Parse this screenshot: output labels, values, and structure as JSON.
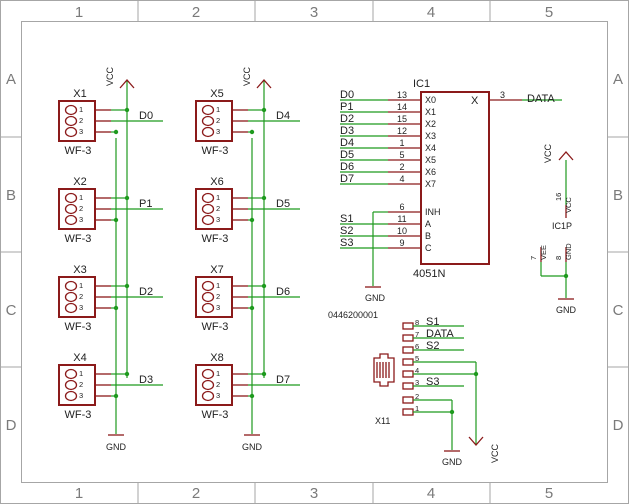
{
  "frame": {
    "cols": [
      "1",
      "2",
      "3",
      "4",
      "5"
    ],
    "rows": [
      "A",
      "B",
      "C",
      "D"
    ]
  },
  "power": {
    "vcc": "VCC",
    "gnd": "GND"
  },
  "connectors": [
    {
      "ref": "X1",
      "value": "WF-3",
      "net": "D0"
    },
    {
      "ref": "X2",
      "value": "WF-3",
      "net": "P1"
    },
    {
      "ref": "X3",
      "value": "WF-3",
      "net": "D2"
    },
    {
      "ref": "X4",
      "value": "WF-3",
      "net": "D3"
    },
    {
      "ref": "X5",
      "value": "WF-3",
      "net": "D4"
    },
    {
      "ref": "X6",
      "value": "WF-3",
      "net": "D5"
    },
    {
      "ref": "X7",
      "value": "WF-3",
      "net": "D6"
    },
    {
      "ref": "X8",
      "value": "WF-3",
      "net": "D7"
    }
  ],
  "connector_pins": [
    "1",
    "2",
    "3"
  ],
  "ic1": {
    "ref": "IC1",
    "value": "4051N",
    "inputs": [
      {
        "net": "D0",
        "num": "13",
        "name": "X0"
      },
      {
        "net": "P1",
        "num": "14",
        "name": "X1"
      },
      {
        "net": "D2",
        "num": "15",
        "name": "X2"
      },
      {
        "net": "D3",
        "num": "12",
        "name": "X3"
      },
      {
        "net": "D4",
        "num": "1",
        "name": "X4"
      },
      {
        "net": "D5",
        "num": "5",
        "name": "X5"
      },
      {
        "net": "D6",
        "num": "2",
        "name": "X6"
      },
      {
        "net": "D7",
        "num": "4",
        "name": "X7"
      }
    ],
    "controls": [
      {
        "net": "",
        "num": "6",
        "name": "INH"
      },
      {
        "net": "S1",
        "num": "11",
        "name": "A"
      },
      {
        "net": "S2",
        "num": "10",
        "name": "B"
      },
      {
        "net": "S3",
        "num": "9",
        "name": "C"
      }
    ],
    "output": {
      "name": "X",
      "num": "3",
      "net": "DATA"
    }
  },
  "ic1p": {
    "ref": "IC1P",
    "vcc_name": "VCC",
    "vcc_num": "16",
    "vee_name": "VEE",
    "vee_num": "7",
    "gnd_name": "GND",
    "gnd_num": "8"
  },
  "x11": {
    "ref": "X11",
    "part": "0446200001",
    "pins": [
      {
        "num": "8",
        "net": "S1"
      },
      {
        "num": "7",
        "net": "DATA"
      },
      {
        "num": "6",
        "net": "S2"
      },
      {
        "num": "5",
        "net": ""
      },
      {
        "num": "4",
        "net": ""
      },
      {
        "num": "3",
        "net": "S3"
      },
      {
        "num": "2",
        "net": ""
      },
      {
        "num": "1",
        "net": ""
      }
    ]
  }
}
